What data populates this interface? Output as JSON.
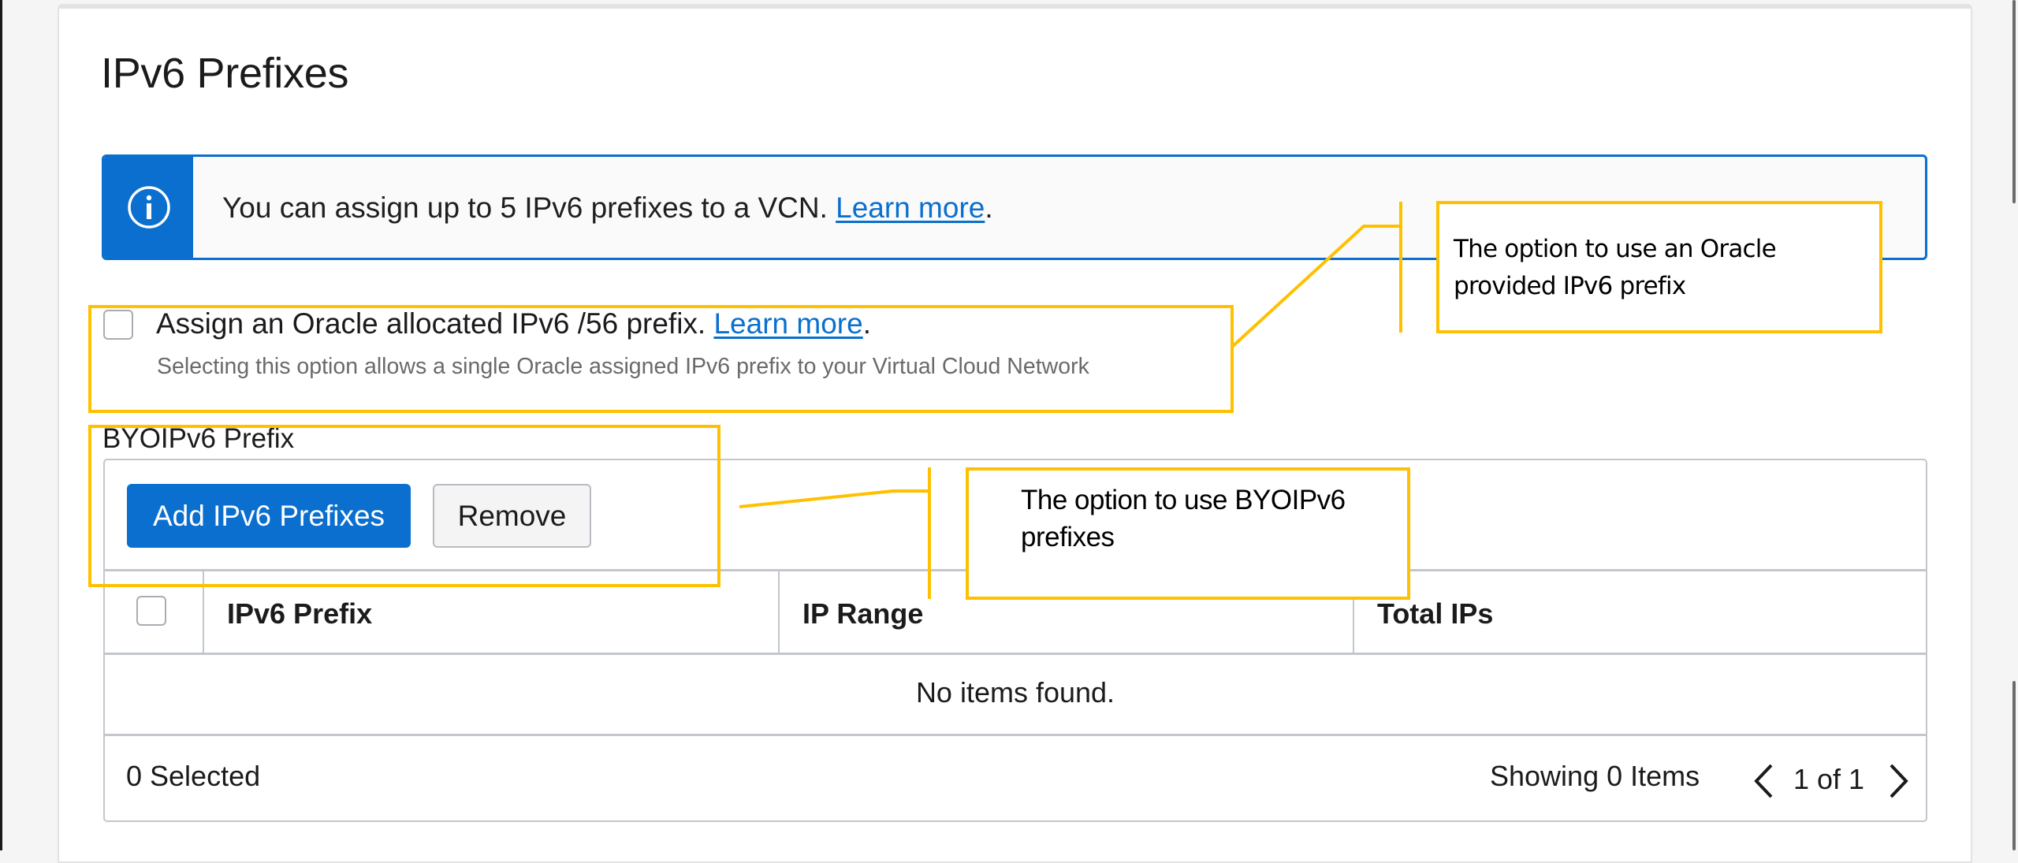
{
  "page": {
    "title": "IPv6 Prefixes"
  },
  "info_banner": {
    "icon": "info-icon",
    "text": "You can assign up to 5 IPv6 prefixes to a VCN. ",
    "link": "Learn more",
    "suffix": "."
  },
  "oracle_option": {
    "checked": false,
    "label": "Assign an Oracle allocated IPv6 /56 prefix. ",
    "link": "Learn more",
    "suffix": ".",
    "help_text": "Selecting this option allows a single Oracle assigned IPv6 prefix to your Virtual Cloud Network"
  },
  "byoip": {
    "section_label": "BYOIPv6 Prefix",
    "toolbar": {
      "add_label": "Add IPv6 Prefixes",
      "remove_label": "Remove"
    },
    "table": {
      "columns": [
        "IPv6 Prefix",
        "IP Range",
        "Total IPs"
      ],
      "rows": [],
      "empty_message": "No items found."
    },
    "footer": {
      "selected": "0 Selected",
      "showing": "Showing 0 Items",
      "page": "1 of 1",
      "prev_icon": "chevron-left-icon",
      "next_icon": "chevron-right-icon"
    }
  },
  "annotations": [
    {
      "text_line1": "The option to use an Oracle",
      "text_line2": "provided IPv6 prefix"
    },
    {
      "text_line1": "The option to use BYOIPv6",
      "text_line2": "prefixes"
    }
  ],
  "colors": {
    "accent": "#0a6fce",
    "annotation": "#ffc000",
    "border": "#c3c6cc",
    "page_bg": "#f5f5f5"
  }
}
